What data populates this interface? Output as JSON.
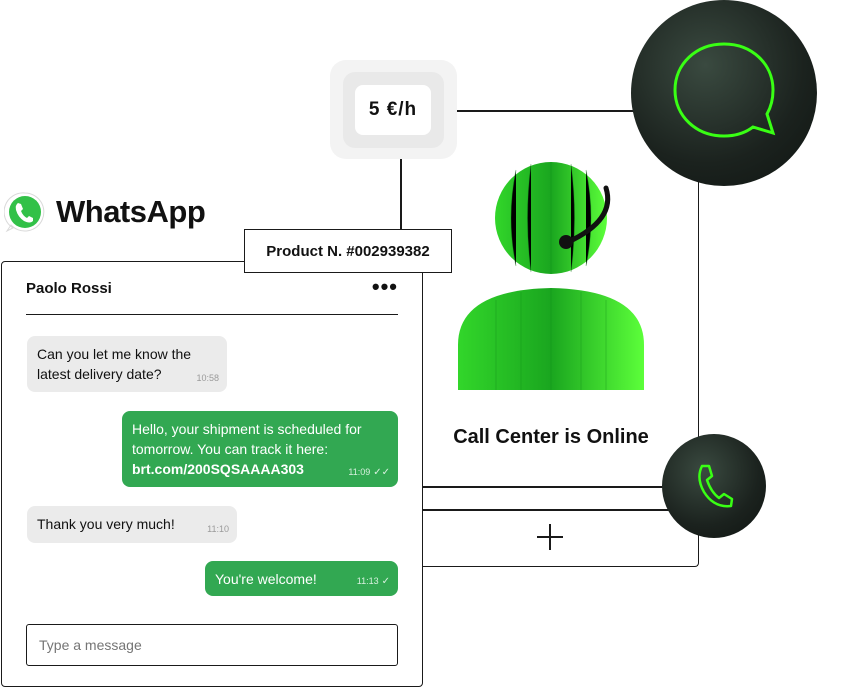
{
  "price": {
    "label": "5 €/h"
  },
  "brand": {
    "name": "WhatsApp"
  },
  "product": {
    "label": "Product N. #002939382"
  },
  "call_center": {
    "status": "Call Center is Online"
  },
  "chat": {
    "contact": "Paolo Rossi",
    "more": "•••",
    "messages": [
      {
        "text": "Can you let me know the latest delivery date?",
        "time": "10:58"
      },
      {
        "text": "Hello, your shipment is scheduled for tomorrow. You can track it here:",
        "link": "brt.com/200SQSAAAA303",
        "time": "11:09"
      },
      {
        "text": "Thank you very much!",
        "time": "11:10"
      },
      {
        "text": "You're welcome!",
        "time": "11:13"
      }
    ],
    "compose_placeholder": "Type a message"
  },
  "colors": {
    "accent_green": "#32a852",
    "neon_green": "#39ff14",
    "dark": "#1b221e"
  },
  "icons": {
    "chat": "chat-bubble-icon",
    "phone": "phone-icon",
    "add": "plus-icon",
    "whatsapp": "whatsapp-logo"
  }
}
